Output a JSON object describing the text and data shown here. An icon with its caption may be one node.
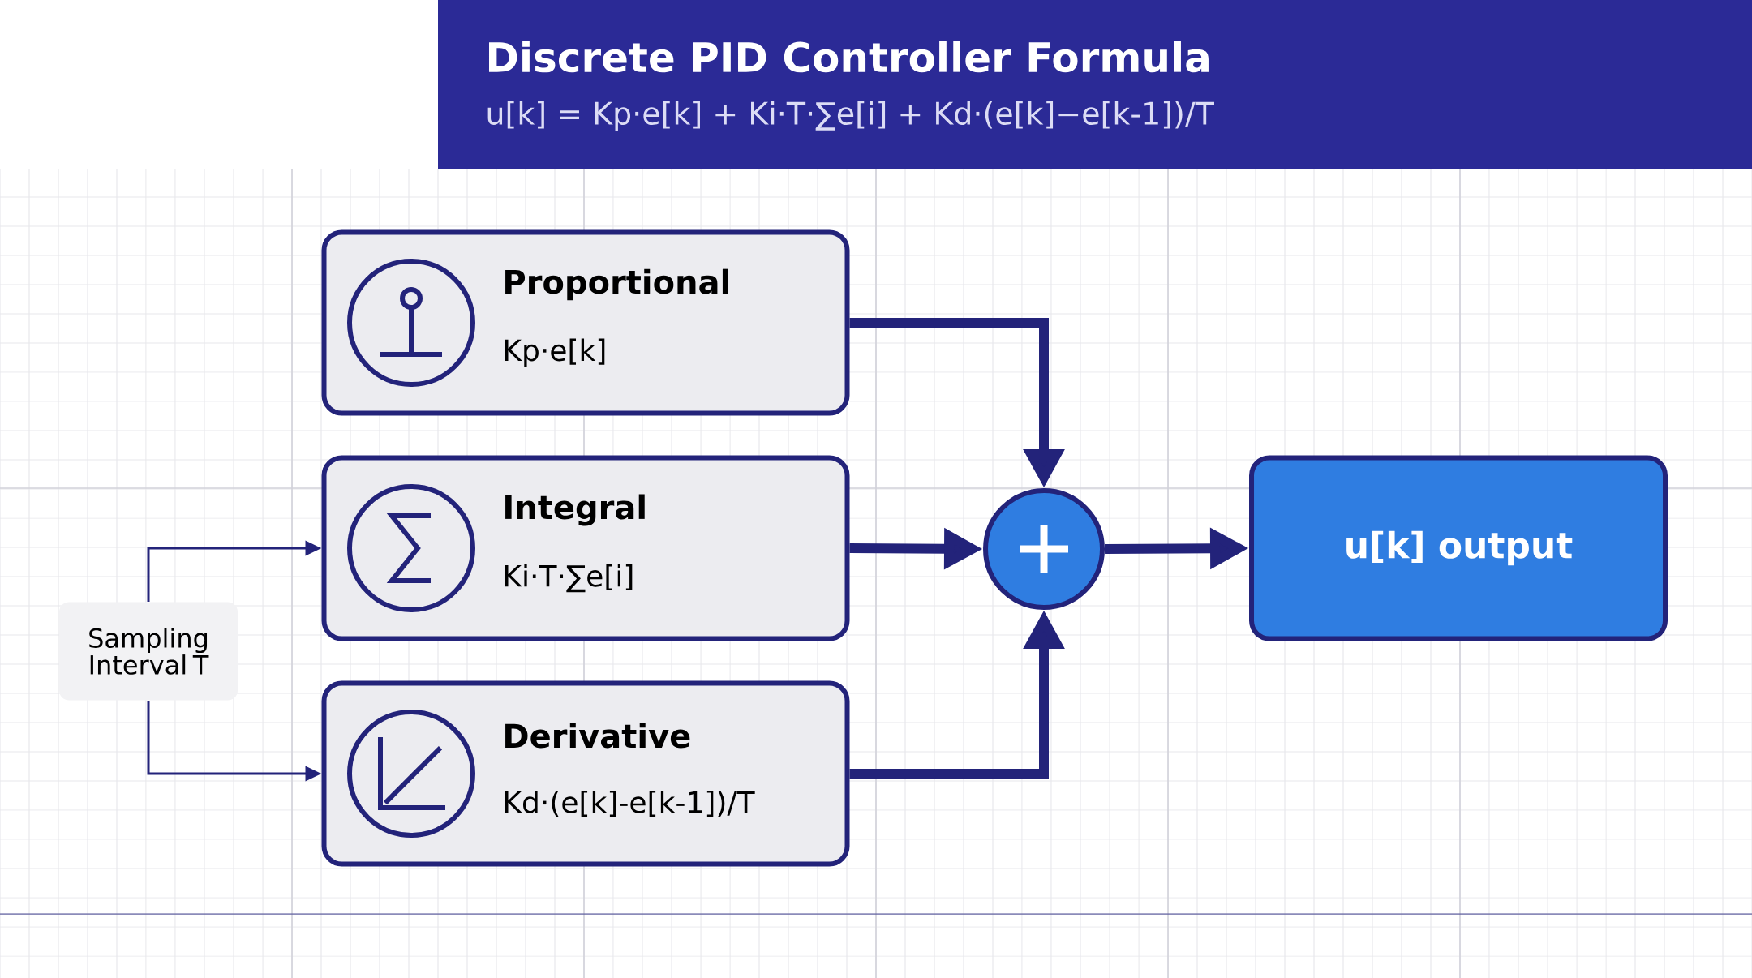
{
  "diagram": {
    "title": "Discrete PID Controller Formula",
    "nodes": [
      {
        "text": [
          "Proportional",
          "Kp·e[k]"
        ]
      },
      {
        "text": [
          "Integral",
          "Ki·T·∑e[i]"
        ]
      },
      {
        "text": [
          "Derivative",
          "Kd·(e[k]-e[k-1])/T"
        ]
      },
      {
        "text": [],
        "shape": "circle"
      },
      {
        "text": [
          "u[k] output"
        ]
      },
      {
        "text": [
          "Sampling Interval T"
        ]
      }
    ],
    "edges": [
      {
        "from": 0,
        "to": 3,
        "arrow": "to"
      },
      {
        "from": 1,
        "to": 3,
        "arrow": "to"
      },
      {
        "from": 2,
        "to": 3,
        "arrow": "to"
      },
      {
        "from": 3,
        "to": 4,
        "arrow": "to"
      },
      {
        "from": 5,
        "to": 1,
        "arrow": "to"
      },
      {
        "from": 5,
        "to": 2,
        "arrow": "to"
      }
    ],
    "labels": [
      "u[k] = Kp·e[k] + Ki·T·∑e[i] + Kd·(e[k]−e[k-1])/T"
    ]
  }
}
